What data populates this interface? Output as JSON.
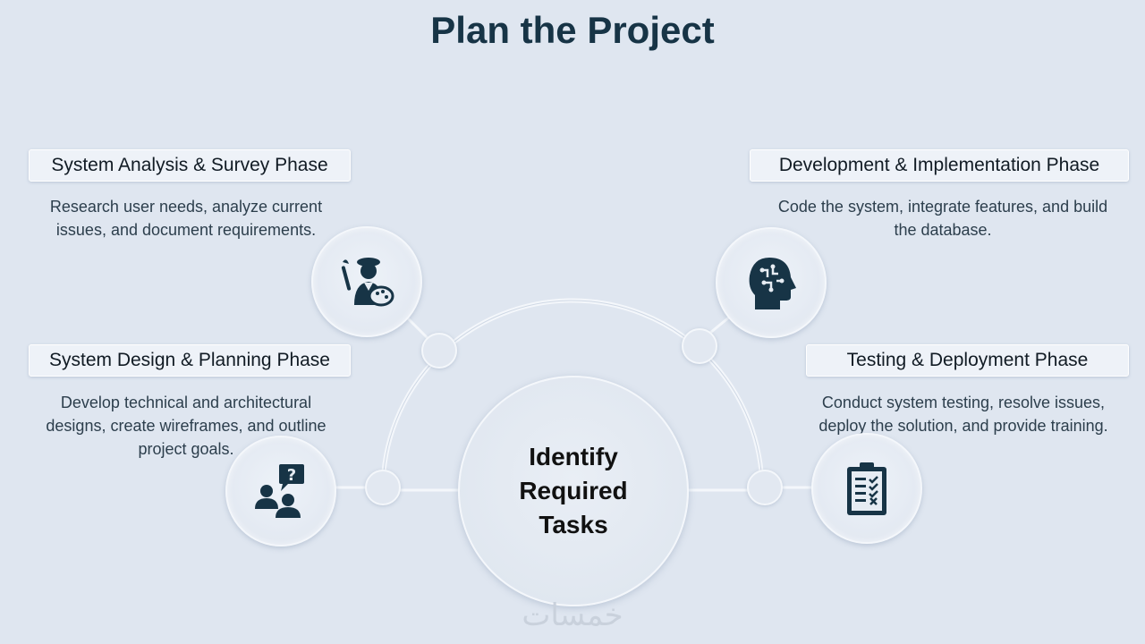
{
  "title": "Plan the Project",
  "center": {
    "label": "Identify\nRequired\nTasks"
  },
  "phases": [
    {
      "title": "System Analysis & Survey Phase",
      "description": "Research user needs, analyze current issues, and document requirements.",
      "icon": "painter-palette-icon"
    },
    {
      "title": "System Design & Planning Phase",
      "description": "Develop technical and architectural designs, create wireframes, and outline project goals.",
      "icon": "people-question-icon"
    },
    {
      "title": "Development & Implementation Phase",
      "description": "Code the system, integrate features, and build the database.",
      "icon": "brain-circuit-head-icon"
    },
    {
      "title": "Testing & Deployment Phase",
      "description": "Conduct system testing, resolve issues, deploy the solution, and provide training.",
      "icon": "clipboard-checklist-icon"
    }
  ],
  "watermark": "خمسات",
  "colors": {
    "background": "#dfe6f0",
    "title": "#173446",
    "icon": "#173446"
  }
}
